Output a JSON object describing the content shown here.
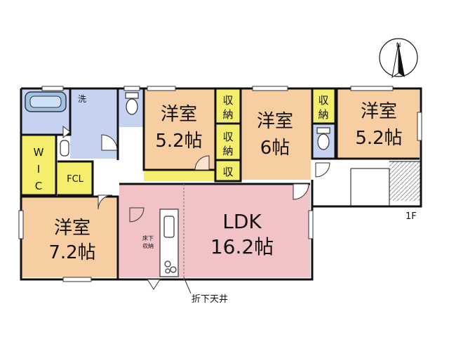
{
  "compass": {
    "north_label": "N"
  },
  "floor_label": "1F",
  "rooms": {
    "western_a": {
      "line1": "洋室",
      "line2": "5.2帖"
    },
    "western_b": {
      "line1": "洋室",
      "line2": "6帖"
    },
    "western_c": {
      "line1": "洋室",
      "line2": "5.2帖"
    },
    "western_d": {
      "line1": "洋室",
      "line2": "7.2帖"
    },
    "ldk": {
      "line1": "LDK",
      "line2": "16.2帖"
    },
    "wic": {
      "l1": "W",
      "l2": "I",
      "l3": "C"
    },
    "fcl": "FCL",
    "wash": "洗",
    "storage_1": {
      "a": "収",
      "b": "納"
    },
    "storage_2": {
      "a": "収",
      "b": "納"
    },
    "storage_3": "収",
    "storage_4": {
      "a": "収",
      "b": "納"
    },
    "underfloor": {
      "a": "床下",
      "b": "収納"
    }
  },
  "annotation": "折下天井",
  "colors": {
    "western": "#f7cda2",
    "ldk": "#f2c3c6",
    "wet": "#c5d3f1",
    "storage": "#f4ee6c",
    "wall": "#111111"
  }
}
